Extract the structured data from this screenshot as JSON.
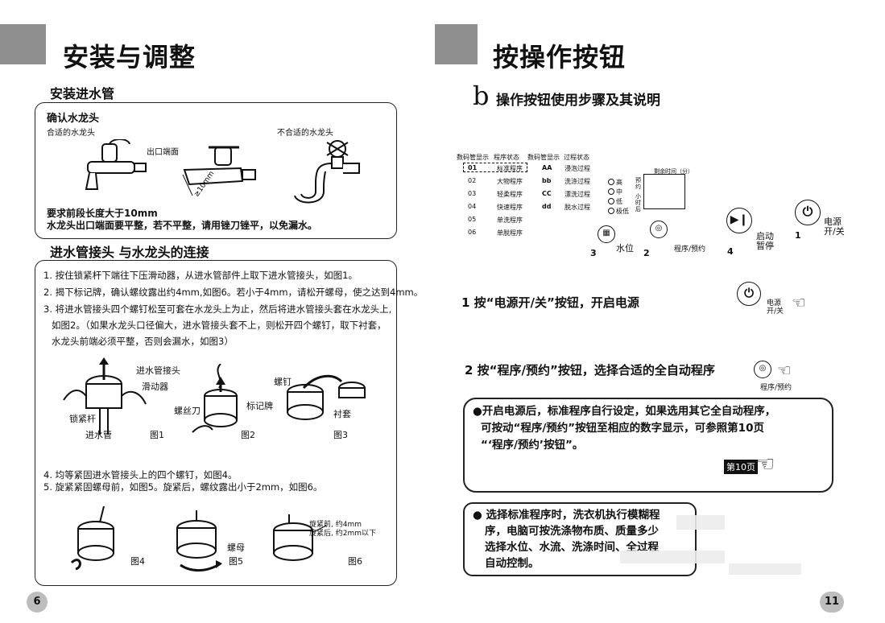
{
  "left": {
    "title": "安装与调整",
    "section1": "安装进水管",
    "box1": {
      "heading": "确认水龙头",
      "good_label": "合适的水龙头",
      "bad_label": "不合适的水龙头",
      "outlet_label": "出口端面",
      "dim_label": "≥10mm",
      "line1": "要求前段长度大于10mm",
      "line2": "水龙头出口端面要平整，若不平整，请用锉刀锉平，以免漏水。"
    },
    "section2": "进水管接头 与水龙头的连接",
    "box2": {
      "step1": "1. 按住锁紧杆下端往下压滑动器，从进水管部件上取下进水管接头，如图1。",
      "step2": "2. 揭下标记牌，确认螺纹露出约4mm,如图6。若小于4mm，请松开螺母，使之达到4mm。",
      "step3a": "3. 将进水管接头四个螺钉松至可套在水龙头上为止，然后将进水管接头套在水龙头上,",
      "step3b": "如图2。（如果水龙头口径偏大，进水管接头套不上，则松开四个螺钉，取下衬套，",
      "step3c": "水龙头前端必须平整，否则会漏水，如图3）",
      "fig_labels": {
        "connector": "进水管接头",
        "slider": "滑动器",
        "lock_lever": "锁紧杆",
        "inlet_pipe": "进水管",
        "screwdriver": "螺丝刀",
        "tag": "标记牌",
        "screw": "螺钉",
        "bushing": "衬套",
        "nut": "螺母"
      },
      "fig1": "图1",
      "fig2": "图2",
      "fig3": "图3",
      "step4": "4. 均等紧固进水管接头上的四个螺钉，如图4。",
      "step5": "5. 旋紧紧固螺母前，如图5。旋紧后，螺纹露出小于2mm，如图6。",
      "fig4": "图4",
      "fig5": "图5",
      "fig6": "图6",
      "fig6_note1": "旋紧前, 约4mm",
      "fig6_note2": "旋紧后, 约2mm以下"
    },
    "page": "6"
  },
  "right": {
    "title": "按操作按钮",
    "section_letter": "b",
    "section": "操作按钮使用步骤及其说明",
    "panel": {
      "headers": [
        "数码管显示",
        "程序状态",
        "数码管显示",
        "过程状态"
      ],
      "codes": [
        "01",
        "02",
        "03",
        "04",
        "05",
        "06"
      ],
      "programs": [
        "标准程序",
        "大物程序",
        "轻柔程序",
        "快速程序",
        "单洗程序",
        "单脱程序"
      ],
      "codes2": [
        "AA",
        "bb",
        "CC",
        "dd"
      ],
      "processes": [
        "浸泡过程",
        "洗涤过程",
        "漂洗过程",
        "脱水过程"
      ],
      "levels": [
        "高",
        "中",
        "低",
        "极低"
      ],
      "display_label": "剩余时间（分）",
      "reserve_label": "预约",
      "hour_label": "小时后",
      "btn_water": "水位",
      "btn_program": "程序/预约",
      "btn_start": "启动暂停",
      "btn_power": "电源开/关",
      "steps": [
        "3",
        "2",
        "4",
        "1"
      ]
    },
    "step1": "1 按“电源开/关”按钮，开启电源",
    "step1_icon_label": "电源开/关",
    "step2": "2 按“程序/预约”按钮，选择合适的全自动程序",
    "step2_icon_label": "程序/预约",
    "note1": [
      "●开启电源后，标准程序自行设定，如果选用其它全自动程序，",
      "可按动“程序/预约”按钮至相应的数字显示，可参照第10页",
      "“‘程序/预约’按钮”。"
    ],
    "note1_ref": "第10页",
    "note2": [
      "● 选择标准程序时，洗衣机执行模糊程",
      "序，电脑可按洗涤物布质、质量多少",
      "选择水位、水流、洗涤时间、全过程",
      "自动控制。"
    ],
    "page": "11"
  }
}
